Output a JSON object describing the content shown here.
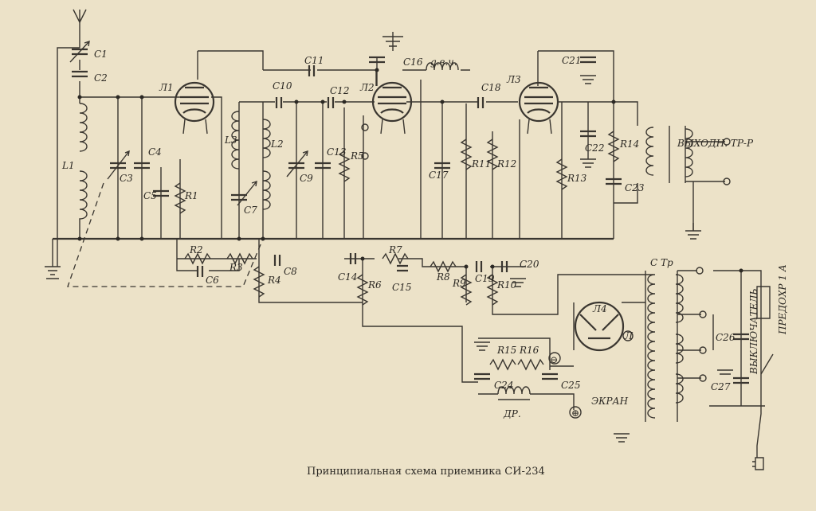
{
  "caption": "Принципиальная схема приемника СИ-234",
  "labels": {
    "c1": "C1",
    "c2": "C2",
    "l1": "L1",
    "c3": "C3",
    "c4": "C4",
    "c5": "C5",
    "r1": "R1",
    "tube1": "Л1",
    "r2": "R2",
    "c6": "C6",
    "r3": "R3",
    "r4": "R4",
    "c8": "C8",
    "l3": "L3",
    "l2": "L2",
    "c7": "C7",
    "c9": "C9",
    "c10": "C10",
    "c11": "C11",
    "c12": "C12",
    "c13": "C13",
    "r5": "R5",
    "tube2": "Л2",
    "c16": "C16",
    "choke": "g.в.ч.",
    "c17": "C17",
    "r11": "R11",
    "r12": "R12",
    "c18": "C18",
    "tube3": "Л3",
    "c21": "C21",
    "c22": "C22",
    "r13": "R13",
    "r14": "R14",
    "c23": "C23",
    "c14": "C14",
    "r6": "R6",
    "r7": "R7",
    "c15": "C15",
    "r8": "R8",
    "r9": "R9",
    "c19": "C19",
    "r10": "R10",
    "c20": "C20",
    "r15": "R15",
    "r16": "R16",
    "c24": "C24",
    "c25": "C25",
    "choke_dr": "ДР.",
    "minus": "⊖",
    "plus": "⊕",
    "tube4": "Л4",
    "lamp": "Л",
    "screen": "ЭКРАН",
    "power_transformer": "С Тр",
    "c26": "C26",
    "c27": "C27",
    "output_transformer": "ВЫХОДН. ТР-Р",
    "switch": "ВЫКЛЮЧАТЕЛЬ",
    "fuse": "ПРЕДОХР 1 А"
  }
}
